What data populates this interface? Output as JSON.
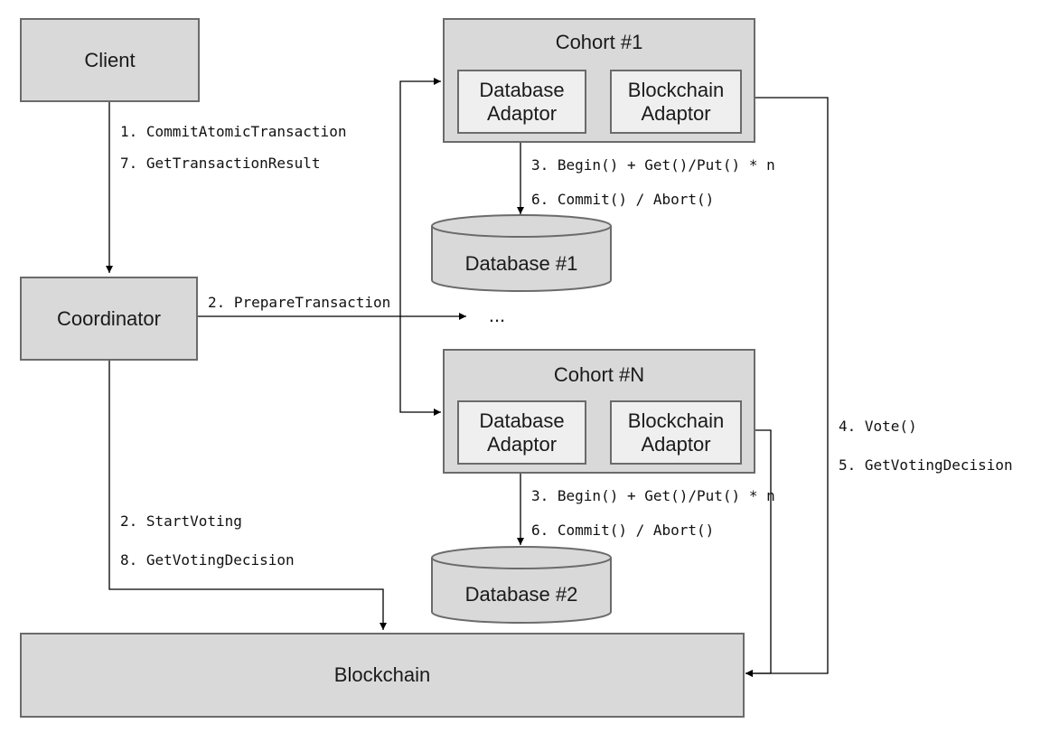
{
  "nodes": {
    "client": "Client",
    "coordinator": "Coordinator",
    "blockchain": "Blockchain",
    "ellipsis": "...",
    "cohort1": {
      "title": "Cohort #1",
      "database_adaptor_line1": "Database",
      "database_adaptor_line2": "Adaptor",
      "blockchain_adaptor_line1": "Blockchain",
      "blockchain_adaptor_line2": "Adaptor",
      "database": "Database #1"
    },
    "cohortN": {
      "title": "Cohort #N",
      "database_adaptor_line1": "Database",
      "database_adaptor_line2": "Adaptor",
      "blockchain_adaptor_line1": "Blockchain",
      "blockchain_adaptor_line2": "Adaptor",
      "database": "Database #2"
    }
  },
  "edge_labels": {
    "commit_atomic": "1. CommitAtomicTransaction",
    "get_transaction_result": "7. GetTransactionResult",
    "prepare_transaction": "2. PrepareTransaction",
    "cohort1_begin": "3. Begin() + Get()/Put() * n",
    "cohort1_commit": "6. Commit() / Abort()",
    "cohortN_begin": "3. Begin() + Get()/Put() * n",
    "cohortN_commit": "6. Commit() / Abort()",
    "start_voting": "2. StartVoting",
    "get_voting_decision_coord": "8. GetVotingDecision",
    "vote": "4. Vote()",
    "get_voting_decision_cohort": "5. GetVotingDecision"
  }
}
